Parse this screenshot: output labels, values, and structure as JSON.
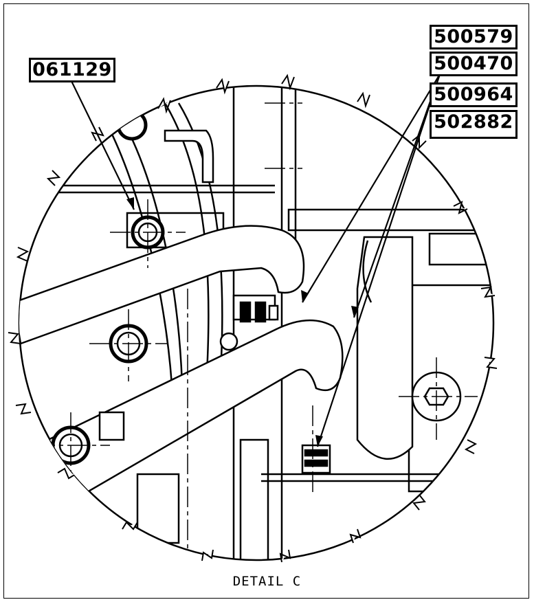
{
  "callouts": {
    "left": "061129",
    "right": [
      "500579",
      "500470",
      "500964",
      "502882"
    ]
  },
  "caption": "DETAIL C",
  "colors": {
    "ink": "#000000",
    "paper": "#ffffff"
  }
}
